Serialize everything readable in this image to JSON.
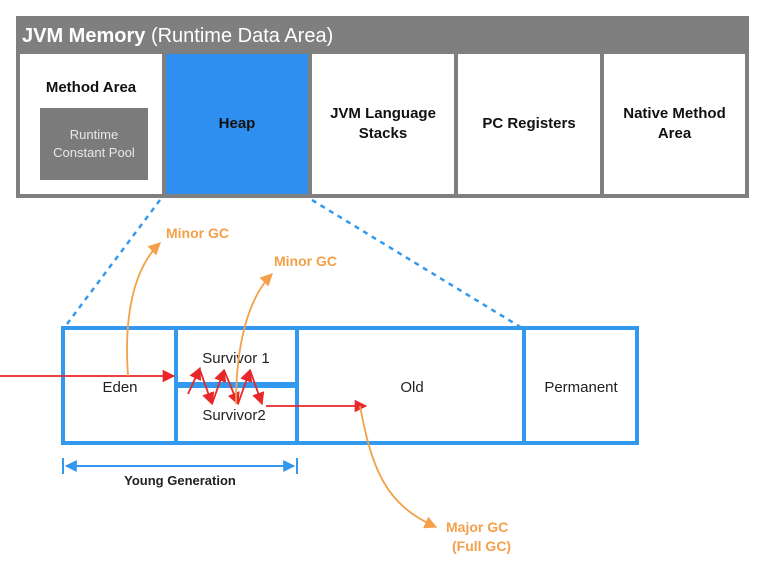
{
  "header": {
    "title_bold": "JVM Memory",
    "title_rest": "(Runtime Data Area)"
  },
  "areas": {
    "method_area": "Method Area",
    "runtime_constant_pool": [
      "Runtime",
      "Constant Pool"
    ],
    "heap": "Heap",
    "jvm_language_stacks": [
      "JVM Language",
      "Stacks"
    ],
    "pc_registers": "PC Registers",
    "native_method_area": [
      "Native Method",
      "Area"
    ]
  },
  "heap_detail": {
    "eden": "Eden",
    "survivor1": "Survivor 1",
    "survivor2": "Survivor2",
    "old": "Old",
    "permanent": "Permanent",
    "young_generation": "Young Generation"
  },
  "gc_labels": {
    "minor_gc_1": "Minor GC",
    "minor_gc_2": "Minor GC",
    "major_gc": [
      "Major GC",
      "(Full GC)"
    ]
  },
  "colors": {
    "gray": "#7f7f7f",
    "heap_blue": "#2f8ff0",
    "border_blue": "#3399ee",
    "arrow_red": "#e8272a",
    "gc_orange": "#f4a04a"
  }
}
